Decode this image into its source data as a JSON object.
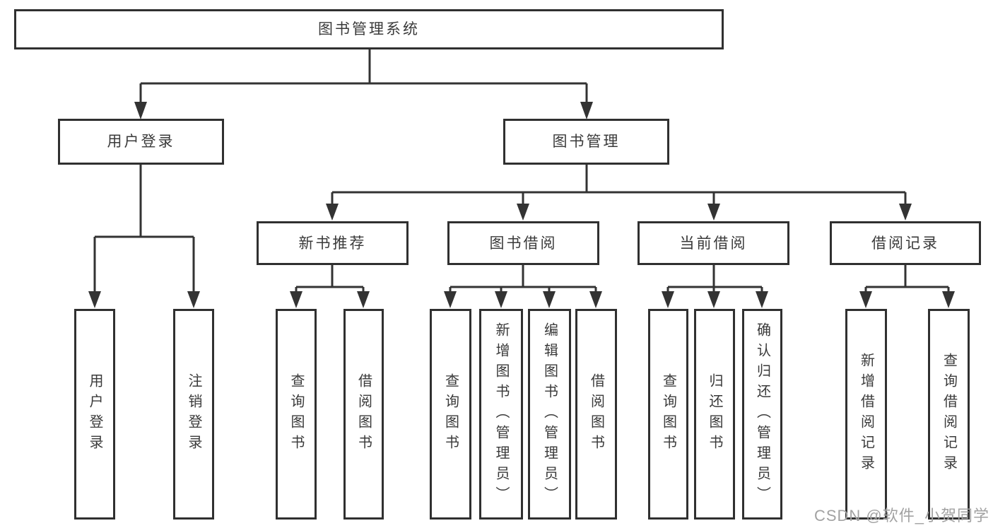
{
  "diagram": {
    "type": "hierarchy",
    "root": {
      "label": "图书管理系统"
    },
    "level2": [
      {
        "id": "user-login",
        "label": "用户登录"
      },
      {
        "id": "book-management",
        "label": "图书管理"
      }
    ],
    "level3": [
      {
        "id": "new-book-recommend",
        "label": "新书推荐",
        "parent": "图书管理"
      },
      {
        "id": "book-borrow",
        "label": "图书借阅",
        "parent": "图书管理"
      },
      {
        "id": "current-borrow",
        "label": "当前借阅",
        "parent": "图书管理"
      },
      {
        "id": "borrow-records",
        "label": "借阅记录",
        "parent": "图书管理"
      }
    ],
    "leaves": {
      "user_login": [
        {
          "label": "用户登录"
        },
        {
          "label": "注销登录"
        }
      ],
      "new_book_recommend": [
        {
          "label": "查询图书"
        },
        {
          "label": "借阅图书"
        }
      ],
      "book_borrow": [
        {
          "label": "查询图书"
        },
        {
          "label": "新增图书（管理员）"
        },
        {
          "label": "编辑图书（管理员）"
        },
        {
          "label": "借阅图书"
        }
      ],
      "current_borrow": [
        {
          "label": "查询图书"
        },
        {
          "label": "归还图书"
        },
        {
          "label": "确认归还（管理员）"
        }
      ],
      "borrow_records": [
        {
          "label": "新增借阅记录"
        },
        {
          "label": "查询借阅记录"
        }
      ]
    }
  },
  "watermark": {
    "text": "CSDN @软件_小贺同学"
  },
  "colors": {
    "line": "#333333",
    "box_border": "#303030",
    "text": "#3a3a3a",
    "background": "#ffffff",
    "watermark": "#a2a2a2"
  }
}
